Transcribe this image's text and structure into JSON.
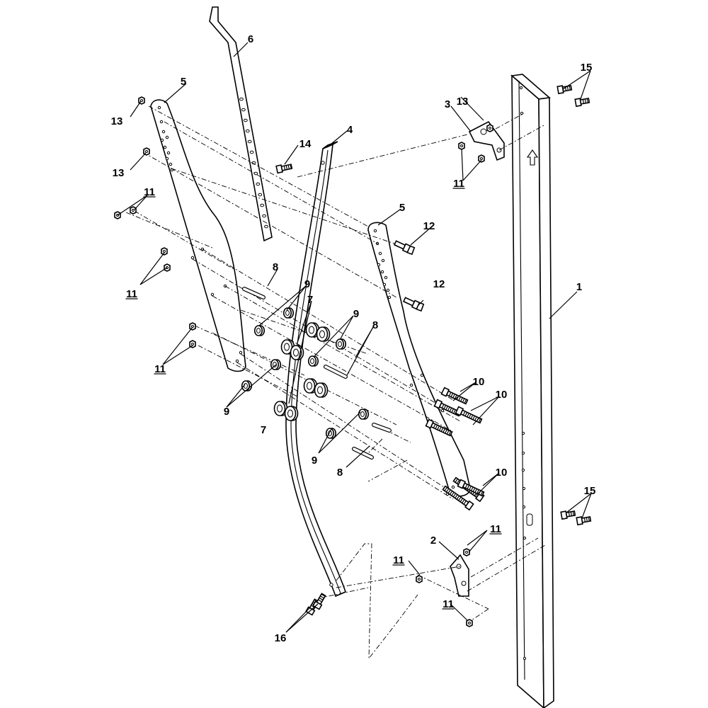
{
  "callouts": [
    {
      "id": "c1",
      "text": "1"
    },
    {
      "id": "c2",
      "text": "2"
    },
    {
      "id": "c3",
      "text": "3"
    },
    {
      "id": "c4",
      "text": "4"
    },
    {
      "id": "c5a",
      "text": "5"
    },
    {
      "id": "c5b",
      "text": "5"
    },
    {
      "id": "c6",
      "text": "6"
    },
    {
      "id": "c7a",
      "text": "7"
    },
    {
      "id": "c7b",
      "text": "7"
    },
    {
      "id": "c8a",
      "text": "8"
    },
    {
      "id": "c8b",
      "text": "8"
    },
    {
      "id": "c8c",
      "text": "8"
    },
    {
      "id": "c9a",
      "text": "9"
    },
    {
      "id": "c9b",
      "text": "9"
    },
    {
      "id": "c9c",
      "text": "9"
    },
    {
      "id": "c9d",
      "text": "9"
    },
    {
      "id": "c10a",
      "text": "10"
    },
    {
      "id": "c10b",
      "text": "10"
    },
    {
      "id": "c10c",
      "text": "10"
    },
    {
      "id": "c11a",
      "text": "11"
    },
    {
      "id": "c11b",
      "text": "11"
    },
    {
      "id": "c11c",
      "text": "11"
    },
    {
      "id": "c11d",
      "text": "11"
    },
    {
      "id": "c11e",
      "text": "11"
    },
    {
      "id": "c11f",
      "text": "11"
    },
    {
      "id": "c11g",
      "text": "11"
    },
    {
      "id": "c12a",
      "text": "12"
    },
    {
      "id": "c12b",
      "text": "12"
    },
    {
      "id": "c13a",
      "text": "13"
    },
    {
      "id": "c13b",
      "text": "13"
    },
    {
      "id": "c13c",
      "text": "13"
    },
    {
      "id": "c14",
      "text": "14"
    },
    {
      "id": "c15a",
      "text": "15"
    },
    {
      "id": "c15b",
      "text": "15"
    },
    {
      "id": "c16",
      "text": "16"
    }
  ]
}
